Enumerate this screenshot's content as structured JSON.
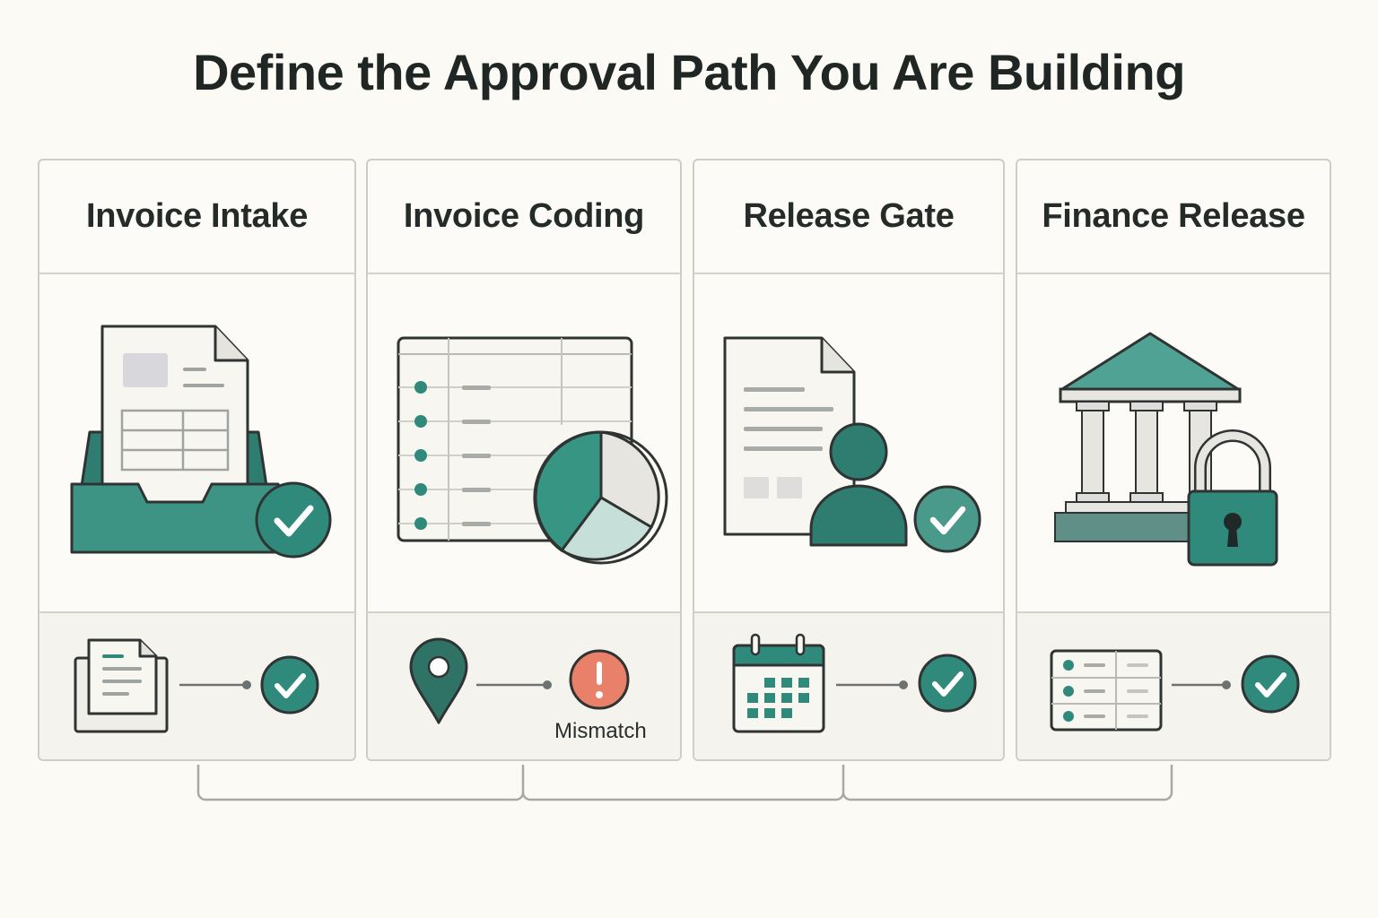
{
  "title": "Define the Approval Path You Are Building",
  "colors": {
    "teal": "#2f8a7c",
    "teal_light": "#5aa89b",
    "teal_dark": "#246b60",
    "alert": "#e9806a",
    "ink": "#2f3432",
    "paper": "#f7f6f1"
  },
  "stages": [
    {
      "title": "Invoice Intake",
      "illustration": "inbox-tray-with-invoice-icon",
      "check_status": "ok",
      "foot_left_icon": "documents-stack-icon",
      "foot_status": "ok"
    },
    {
      "title": "Invoice Coding",
      "illustration": "ledger-with-pie-chart-icon",
      "foot_left_icon": "location-pin-icon",
      "foot_status": "alert",
      "foot_status_label": "Mismatch"
    },
    {
      "title": "Release Gate",
      "illustration": "document-with-approver-icon",
      "check_status": "ok",
      "foot_left_icon": "calendar-icon",
      "foot_status": "ok"
    },
    {
      "title": "Finance Release",
      "illustration": "bank-with-lock-icon",
      "foot_left_icon": "ledger-list-icon",
      "foot_status": "ok"
    }
  ]
}
